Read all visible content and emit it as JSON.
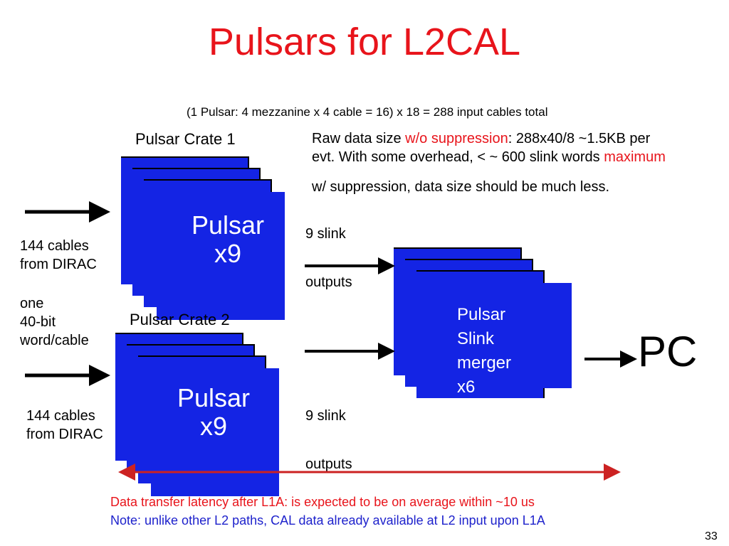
{
  "slide": {
    "title": "Pulsars for L2CAL",
    "subtitle": "(1 Pulsar: 4 mezzanine x 4 cable = 16) x 18 = 288 input cables total",
    "page_number": "33"
  },
  "raw_data_note": {
    "part1": "Raw data size ",
    "part2_red": "w/o suppression",
    "part3": ": 288x40/8 ~1.5KB per",
    "line2_part1": "evt. With some overhead, < ~ 600 slink words ",
    "line2_part2_red": "maximum",
    "line3": "w/ suppression, data size should be much less."
  },
  "crate1": {
    "title": "Pulsar Crate 1",
    "box_line1": "Pulsar",
    "box_line2": "x9",
    "input_line1": "144 cables",
    "input_line2": "from DIRAC"
  },
  "crate2": {
    "title": "Pulsar Crate 2",
    "box_line1": "Pulsar",
    "box_line2": "x9",
    "input_line1": "144 cables",
    "input_line2": "from DIRAC"
  },
  "word_note": {
    "line1": "one",
    "line2": "40-bit",
    "line3": "word/cable"
  },
  "outputs1": {
    "line1": "9 slink",
    "line2": "outputs"
  },
  "outputs2": {
    "line1": "9 slink",
    "line2": "outputs"
  },
  "merger": {
    "line1": "Pulsar",
    "line2": "Slink merger",
    "line3": "x6"
  },
  "pc_label": "PC",
  "footer": {
    "latency_red": "Data transfer latency after L1A: is expected to be on average within ~10 us",
    "note_blue": "Note: unlike other L2 paths, CAL data already available at L2 input upon L1A"
  },
  "colors": {
    "title_red": "#e8141b",
    "box_blue": "#1424e4",
    "note_blue": "#1e22cc"
  }
}
